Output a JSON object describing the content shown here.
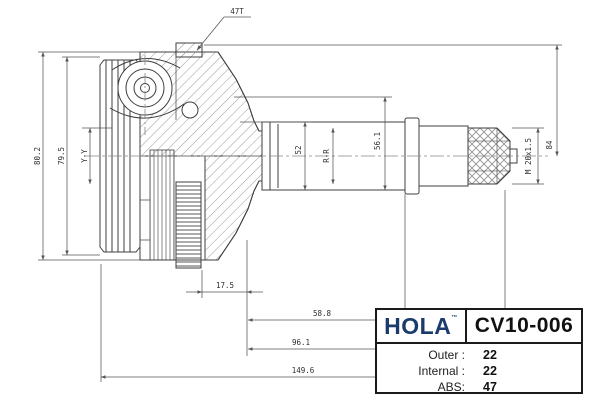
{
  "drawing": {
    "teeth_label": "47T",
    "dims": {
      "outer_dia": "80.2",
      "inner_dia": "79.5",
      "section_left": "Y-Y",
      "mid_dia": "52",
      "section_mid": "R-R",
      "shoulder_dia": "56.1",
      "thread": "M 20x1.5",
      "ring_dia": "84",
      "spline_width": "17.5",
      "len_1": "58.8",
      "len_2": "96.1",
      "total_length": "149.6"
    }
  },
  "label_block": {
    "brand": "HOLA",
    "brand_mark": "™",
    "part_number": "CV10-006",
    "specs": [
      {
        "label": "Outer :",
        "value": "22"
      },
      {
        "label": "Internal :",
        "value": "22"
      },
      {
        "label": "ABS:",
        "value": "47"
      }
    ]
  },
  "colors": {
    "brand_navy": "#1b3b6d",
    "drawing_line": "#3f3f3f",
    "dimension_line": "#555555"
  }
}
